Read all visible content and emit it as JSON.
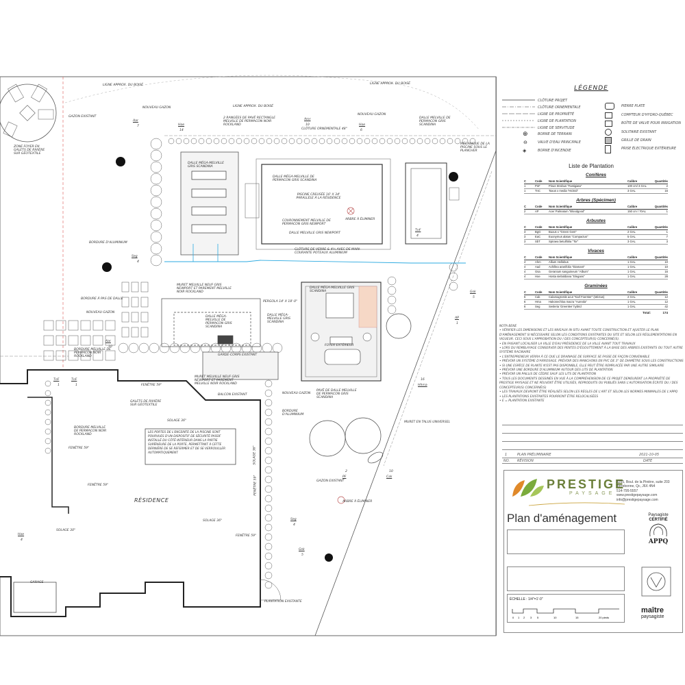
{
  "plan_labels": {
    "ligne_boise_top": "LIGNE APPROX. DU BOISÉ",
    "ligne_boise_top2": "LIGNE APPROX. DU BOISÉ",
    "ligne_boise_mid": "LIGNE APPROX. DU BOISÉ",
    "nouveau_gazon_1": "NOUVEAU GAZON",
    "nouveau_gazon_2": "NOUVEAU GAZON",
    "nouveau_gazon_3": "NOUVEAU GAZON",
    "nouveau_gazon_4": "NOUVEAU GAZON",
    "gazon_existant": "GAZON EXISTANT",
    "gazon_existant_2": "GAZON EXISTANT",
    "zone_foyer": "ZONE FOYER EN GALETS DE RIVIÈRE SUR GÉOTEXTILE",
    "dalle_mega_1": "DALLE MÉGA-MELVILLE GRIS SCANDINA",
    "dalle_mega_2": "DALLE MÉGA-MELVILLE DE PERMACON GRIS SCANDINA",
    "dalle_mega_3": "DALLE MÉGA-MELVILLE GRIS SCANDINA",
    "dalle_mega_4": "DALLE MÉGA-MELVILLE DE PERMACON GRIS SCANDINA",
    "dalle_mega_5": "DALLE MÉGA-MELVILLE GRIS SCANDINA",
    "piscine": "PISCINE CREUSÉE 16' X 34' PARALLÈLE À LA RÉSIDENCE",
    "couronnement": "COURONNEMENT MELVILLE DE PERMACON GRIS NEWPORT",
    "dalle_melville_gris": "DALLE MELVILLE GRIS NEWPORT",
    "arbre_eliminer_1": "ARBRE À ÉLIMINER",
    "arbre_eliminer_2": "ARBRE À ÉLIMINER",
    "cloture_verre": "CLÔTURE DE VERRE & 4½ AVEC DE MAIN-COURANTE POTEAUX ALUMINIUM",
    "cloture_ornementale": "CLÔTURE ORNEMENTALE 48\"",
    "pavé_rectangle": "2 RANGÉES DE PAVÉ RECTANGLE MELVILLE DE PERMACON NOIR ROCKLAND",
    "dalle_melville_top": "DALLE MELVILLE DE PERMACON GRIS SCANDINA",
    "mecanique": "MÉCANIQUE DE LA PISCINE SOUS LE PLANCHER",
    "bordure_alu_1": "BORDURE D'ALUMINIUM",
    "bordure_alu_2": "BORDURE D'ALUMINIUM",
    "bordure_dalle": "BORDURE À PAS DE DALLE",
    "bordure_melville": "BORDURE MELVILLE DE PERMACON NOIR ROCKLAND",
    "bordure_melville_2": "BORDURE MELVILLE DE PERMACON NOIR ROCKLAND",
    "muret_melville": "MURET MELVILLE NEUF GRIS NEWPORT ET PAREMENT MELVILLE NOIR ROCKLAND",
    "muret_melville_2": "MURET MELVILLE NEUF GRIS NEWPORT ET PAREMENT MELVILLE NOIR ROCKLAND",
    "pergola": "PERGOLA 14' X 18'-0\"",
    "dalle_mega_pergola": "DALLE MÉGA-MELVILLE GRIS SCANDINA",
    "foyer": "FOYER EXTÉRIEUR",
    "pavé_melville": "PAVÉ MELVILLE DE PERMACON GRIS SCANDINA",
    "galets": "GALETS DE RIVIÈRE SUR GÉOTEXTILE",
    "balcon": "BALCON EXISTANT",
    "garde_corps": "GARDE-CORPS EXISTANT",
    "fenetre_1": "FENÊTRE 59\"",
    "fenetre_2": "FENÊTRE 59\"",
    "fenetre_3": "FENÊTRE 59\"",
    "fenetre_4": "FENÊTRE 59\"",
    "fenetre_5": "FENÊTRE 59\"",
    "solage_1": "SOLAGE 36\"",
    "solage_2": "SOLAGE 30\"",
    "solage_3": "SOLAGE 36\"",
    "solage_4": "SOLAGE 36\"",
    "residence": "RÉSIDENCE",
    "garage": "GARAGE",
    "note_porte": "LES PORTES DE L'ENCEINTE DE LA PISCINE SONT POURVUES D'UN DISPOSITIF DE SÉCURITÉ PASSIF INSTALLÉ DU CÔTÉ INTÉRIEUR DANS LA PARTIE SUPÉRIEURE DE LA PORTE, PERMETTANT À CETTE DERNIÈRE DE SE REFERMER ET DE SE VERROUILLER AUTOMATIQUEMENT",
    "muret_talus": "MURET EN TALUS UNIVERSEL",
    "plantation_existante": "PLANTATION EXISTANTE",
    "pave_melville_bottom": "PAVÉ DE DALLE MELVILLE DE PERMACON GRIS SCANDINA",
    "tag_aar": "Aar",
    "tag_aar_n": "7",
    "tag_hoe": "Hoe",
    "tag_hoe_n": "14",
    "tag_amr": "Amr",
    "tag_amr_n": "10",
    "tag_hoe2": "Hoe",
    "tag_hoe2_n": "6",
    "tag_aar2": "Aar",
    "tag_aar2_n": "10",
    "tag_seg": "Seg",
    "tag_seg_n": "4",
    "tag_seg2": "Seg",
    "tag_seg2_n": "4",
    "tag_tnf": "TnF",
    "tag_tnf_n": "4",
    "tag_gsk": "Gsk",
    "tag_gsk_n": "5",
    "tag_ap": "AP",
    "tag_ap_n": "1",
    "tag_pf": "PF",
    "tag_pf_n": "2",
    "tag_csk": "Csk",
    "tag_csk_n": "10",
    "tag_hhma": "Hhma",
    "tag_hhma_n": "16",
    "tag_hoe3": "Hoe",
    "tag_hoe3_n": "4",
    "tag_tnf2": "TnF",
    "tag_tnf2_n": "1",
    "tag_tnf3": "TnF",
    "tag_tnf3_n": "1"
  },
  "legend": {
    "title": "LÉGENDE",
    "lines": [
      "CLÔTURE PROJET",
      "CLÔTURE ORNEMENTALE",
      "LIGNE DE PROPRIÉTÉ",
      "LIGNE DE PLANTATION",
      "LIGNE DE SERVITUDE"
    ],
    "symbols_left": [
      "BORNE DE TERRAIN",
      "VALVE D'EAU PRINCIPALE",
      "BORNE D'INCENDIE"
    ],
    "symbols_right": [
      "PIERRE PLATE",
      "COMPTEUR D'HYDRO-QUÉBEC",
      "BOÎTE DE VALVE POUR IRRIGATION",
      "SOLITAIRE EXISTANT",
      "GRILLE DE DRAIN",
      "PRISE ÉLECTRIQUE EXTÉRIEURE"
    ]
  },
  "plant_list": {
    "title": "Liste de Plantation",
    "headers": [
      "C",
      "Code",
      "Nom Scientifique",
      "Calibre",
      "Quantités"
    ],
    "categories": [
      {
        "name": "Conifères",
        "rows": [
          [
            "1",
            "PnF",
            "Pinus Strobus \"Fastigiata\"",
            "100 cm/ 3 GAL",
            "2"
          ],
          [
            "1",
            "TnC",
            "Taxus x media \"Hicksii\"",
            "3 GAL",
            "16"
          ]
        ]
      },
      {
        "name": "Arbres (Spécimen)",
        "rows": [
          [
            "2",
            "AP",
            "Acer Palmatum \"Bloodgood\"",
            "150 cm / 70AL",
            "1"
          ]
        ]
      },
      {
        "name": "Arbustes",
        "rows": [
          [
            "3",
            "BgG",
            "Buxus x \"Green Gem\"",
            "2 GAL",
            "1"
          ],
          [
            "3",
            "EaC",
            "Euonymus alatus \"Compactus\"",
            "5 GAL",
            "7"
          ],
          [
            "3",
            "SbT",
            "Spiraea betulifolia \"Tor\"",
            "3 GAL",
            "3"
          ]
        ]
      },
      {
        "name": "Vivaces",
        "rows": [
          [
            "4",
            "Ahm",
            "Allium Hellobus",
            "1 GAL",
            "10"
          ],
          [
            "4",
            "Aad",
            "Achillea aranifolia \"Diamant\"",
            "1 GAL",
            "10"
          ],
          [
            "4",
            "Gsa",
            "Geranium sanguineum \"Album\"",
            "1 GAL",
            "16"
          ],
          [
            "4",
            "Hoe",
            "Hosta sieboldiana \"Elegans\"",
            "1 GAL",
            "28"
          ]
        ]
      },
      {
        "name": "Graminées",
        "rows": [
          [
            "6",
            "Cak",
            "Calamagrostis acut \"Karl Foerster\" (strictus)",
            "2 GAL",
            "12"
          ],
          [
            "6",
            "Hma",
            "Hakonechloa macra \"Aureola\"",
            "1 GAL",
            "12"
          ],
          [
            "6",
            "Seg",
            "Sesleria 'Greenlee' hybrid",
            "1 GAL",
            "42"
          ]
        ]
      }
    ],
    "total_label": "Total:",
    "total_value": "174"
  },
  "notes": {
    "title": "NOTA BENE",
    "items": [
      "• VÉRIFIER LES DIMENSIONS ET LES NIVEAUX IN SITU AVANT TOUTE CONSTRUCTION ET AJUSTER LE PLAN D'AMÉNAGEMENT SI NÉCESSAIRE SELON LES CONDITIONS EXISTANTES DU SITE ET SELON LES RÉGLEMENTATIONS EN VIGUEUR. CECI SOUS L'APPROBATION DU / DES CONCEPTEUR(S) CONCERNÉ(S).",
      "• EN FAISANT LOCALISER LA VILLE D'EAU PRÉSIDENCE DE LA VILLE AVANT TOUT TRAVAUX",
      "• LORS DU REMBLAYAGE CONSERVER DES PENTES D'ÉGOUTTEMENT À LA BASE DES ARBRES EXISTANTS OU TOUT AUTRE SYSTÈME RACINAIRE",
      "• L'ENTREPRENEUR VERRA À CE QUE LE DRAINAGE DE SURFACE SE FASSE DE FAÇON CONVENABLE",
      "• PRÉVOIR UN SYSTÈME D'ARROSAGE. PRÉVOIR DES MANCHONS EN PVC DE 3\" DE DIAMÈTRE SOUS LES CONSTRUCTIONS",
      "• SI UNE ESPÈCE DE PLANTE N'EST PAS DISPONIBLE, ELLE PEUT ÊTRE REMPLACÉE PAR UNE AUTRE SIMILAIRE",
      "• PRÉVOIR UNE BORDURE D'ALUMINIUM AUTOUR DES LITS DE PLANTATION",
      "• PRÉVOIR UN PAILLIS DE CÈDRE SAUF LES LITS DE PLANTATION",
      "• TOUS LES DOCUMENTS DESSINÉS EN VUE À LA COMPRÉHENSION DE CE PROJET DEMEURENT LA PROPRIÉTÉ DE PRESTIGE PAYSAGE ET NE PEUVENT ÊTRE UTILISÉS, REPRODUITS OU PUBLIÉS SANS L'AUTORISATION ÉCRITE DU / DES CONCEPTEUR(S) CONCERNÉ(S)",
      "• LES TRAVAUX DEVRONT ÊTRE RÉALISÉS SELON LES RÈGLES DE L'ART ET SELON LES NORMES MINIMALES DE L'APPQ",
      "• LES PLANTATIONS EXISTANTES POURRONT ÊTRE RELOCALISÉES",
      "• E = PLANTATION EXISTANTE"
    ]
  },
  "revision": {
    "row_num": "1",
    "row_desc": "PLAN PRÉLIMINAIRE",
    "row_date": "2021-10-05",
    "head_num": "NO.",
    "head_desc": "RÉVISION",
    "head_date": "DATE"
  },
  "title_block": {
    "company": "PRESTIGE",
    "company_sub": "PAYSAGE",
    "address": [
      "3255, Boul. de la Pinière, suite 203",
      "Terrebonne, Qc, J6X 4N4",
      "514-795-5557",
      "www.prestigepaysage.com",
      "info@prestigepaysage.com"
    ],
    "plan_title": "Plan d'aménagement",
    "cert_line1": "Paysagiste",
    "cert_line2": "CERTIFIÉ",
    "appq": "APPQ",
    "scale_label": "ÉCHELLE : 1/4\"=1'-0\"",
    "scale_ticks": [
      "0",
      "1",
      "2",
      "3",
      "5",
      "10",
      "15",
      "20 pieds"
    ],
    "maitre_1": "maître",
    "maitre_2": "paysagiste"
  },
  "colors": {
    "line": "#4a4a4a",
    "red_dashed": "#d9534f",
    "blue_fence": "#2aa9e0",
    "brand_green": "#6b7f3a",
    "leaf_orange": "#e0892a",
    "leaf_green": "#7bab3c"
  }
}
